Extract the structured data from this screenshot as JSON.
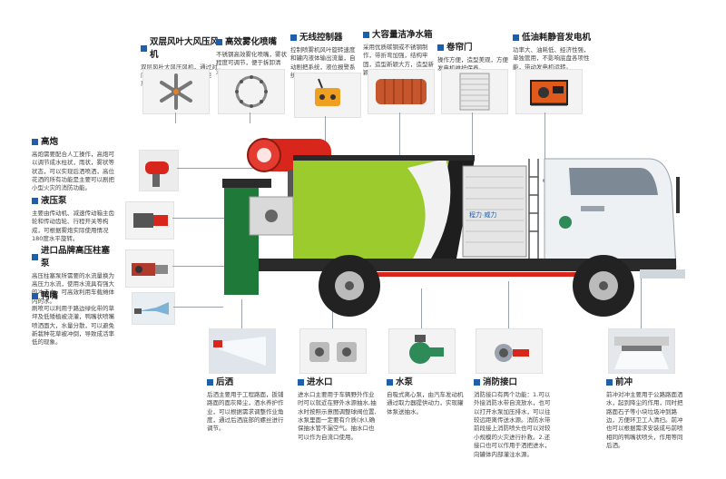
{
  "callouts": {
    "fan": {
      "title": "双层风叶大风压风机",
      "desc": "双层风叶大风压风机，通过对向风力增强对雾化的喷射距离。"
    },
    "ring": {
      "title": "高效雾化喷嘴",
      "desc": "不锈钢高效雾化喷嘴，雾状程度可调节，便于拆卸清洗。"
    },
    "remote": {
      "title": "无线控制器",
      "desc": "控制喷雾机风叶旋转速度和罐内液体输出流量，自动剧把系统，液位报警系统。"
    },
    "tank": {
      "title": "大容量洁净水箱",
      "desc": "采用优质碳钢或不锈钢制作，带折弯加强，结构牢固，造型新颖大方，造型新颖美观大方。"
    },
    "shutter": {
      "title": "卷帘门",
      "desc": "操作方便，造型美观，方便发电机维护保养。"
    },
    "generator": {
      "title": "低油耗静音发电机",
      "desc": "功率大、油耗低、经济性强，单独管用，不影响底盘各项性能，带动发电机运转。"
    },
    "cannon": {
      "title": "高炮",
      "desc": "高炮需要配合人工操作，高炮可以调节成水柱状，雨状，雾状等状态，可以实现后洒喷洒，高位花洒的所有功能是主要可以剧把小型火灾的消防功能。"
    },
    "pump": {
      "title": "液压泵",
      "desc": "主要由传动机、减速传动箱主齿轮和传动齿轮、行程开关等构成，可根据雾炮实际使用情况180度水平旋转。"
    },
    "plunger": {
      "title": "进口品牌高压柱塞泵",
      "desc": "高压柱塞泵所需要的水流量换为高压力水流，使用水流具有强大的冲击力，可高效利用车载摊体内的水。"
    },
    "duck": {
      "title": "鸭嘴",
      "desc": "刷喷可以利用于路边绿化带的草坪及低矮植被浇灌，鸭嘴状喷嘴喷洒面大，水量分散，可以避免新栽种花草被冲倒，导致成活率低的现象。"
    },
    "rear": {
      "title": "后洒",
      "desc": "后洒主要用于工程路面，扳铺路面的面灰降尘，洒水养护作业，可以根据需求调整作业角度，通过后洒底部的螺丝进行调节。"
    },
    "inlet": {
      "title": "进水口",
      "desc": "进水口主要用于车辆野外作业时可以就近在野外水源抽水,抽水时按照示意图调整球阀位置,水泵里面一定要有介质(水),确保抽水管不漏空气。抽水口也可以作为自流口使用。"
    },
    "wpump": {
      "title": "水泵",
      "desc": "自吸式离心泵，由汽车发动机通过取力器提供动力，实现罐体泵送抽水。"
    },
    "fire": {
      "title": "消防接口",
      "desc": "消防接口有两个功能：1.可以外接消防水带自流放水，也可以打开水泵加压排水，可以往较远距离传送水源。消防水带前段接上消防喷头也可以对较小规模的火灾进行扑救。2.还接口也可以作用于洒把进水，向罐体内部灌注水源。"
    },
    "front": {
      "title": "前冲",
      "desc": "前冲对冲主要用于公路路面洒水，起到降尘的作用，同时把路面石子等小块垃圾冲到路边，方便环卫工人清扫。前冲也可以根据需求安装成与前喷相同的鸭嘴状喷头，作用等同后洒。"
    }
  },
  "truck": {
    "brand_label": "程力·威力"
  },
  "icons": [
    "fan-icon",
    "sprayer-ring-icon",
    "remote-controller-icon",
    "water-tank-icon",
    "roller-shutter-icon",
    "generator-icon",
    "fog-cannon-icon",
    "hydraulic-pump-icon",
    "plunger-pump-icon",
    "duckbill-nozzle-icon",
    "rear-spray-icon",
    "water-inlet-icon",
    "water-pump-icon",
    "fire-hose-interface-icon",
    "front-flush-icon"
  ],
  "colors": {
    "accent": "#1f5fa8",
    "tank_green": "#9ccb2e",
    "tank_black": "#1e1e1e",
    "cab": "#eef1f4",
    "red_rail": "#d8261c"
  }
}
